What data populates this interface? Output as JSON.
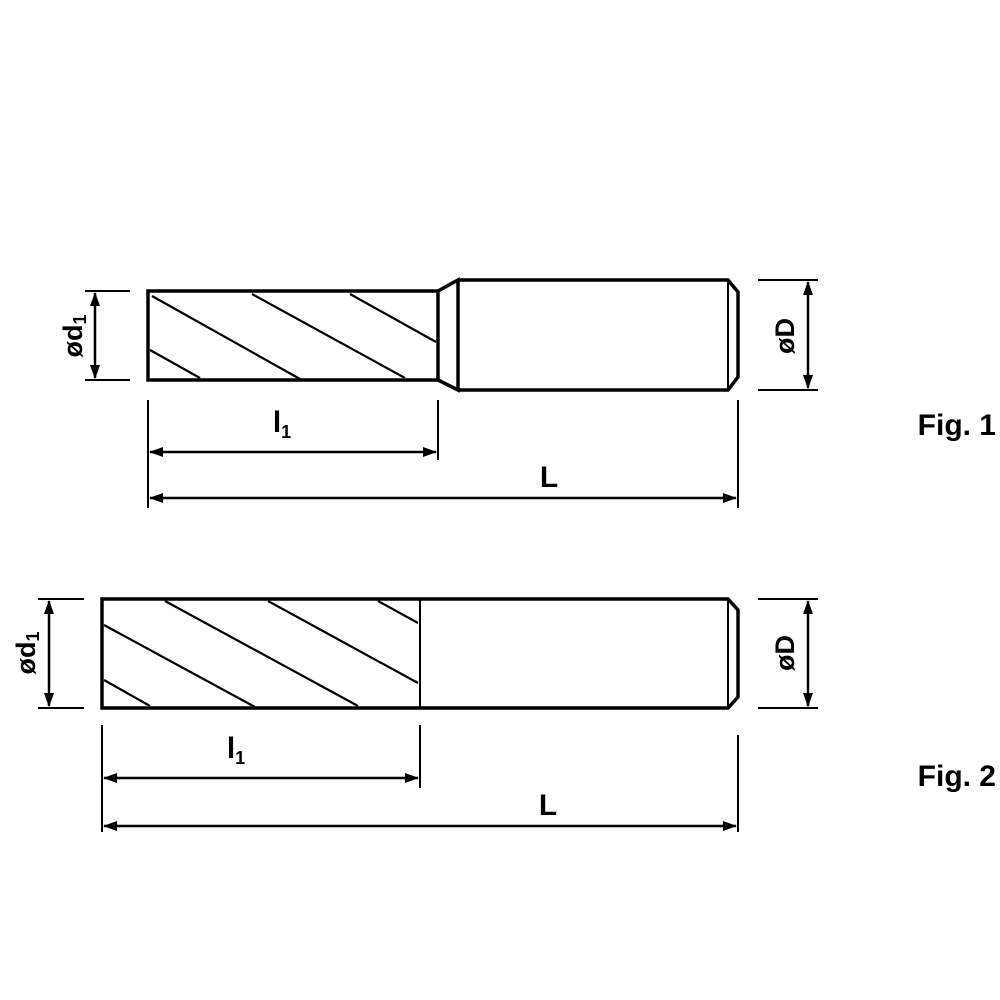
{
  "figures": [
    {
      "caption": "Fig. 1",
      "labels": {
        "cutting_diameter": "ød",
        "cutting_diameter_sub": "1",
        "shank_diameter": "øD",
        "cutting_length": "l",
        "cutting_length_sub": "1",
        "overall_length": "L"
      }
    },
    {
      "caption": "Fig. 2",
      "labels": {
        "cutting_diameter": "ød",
        "cutting_diameter_sub": "1",
        "shank_diameter": "øD",
        "cutting_length": "l",
        "cutting_length_sub": "1",
        "overall_length": "L"
      }
    }
  ]
}
